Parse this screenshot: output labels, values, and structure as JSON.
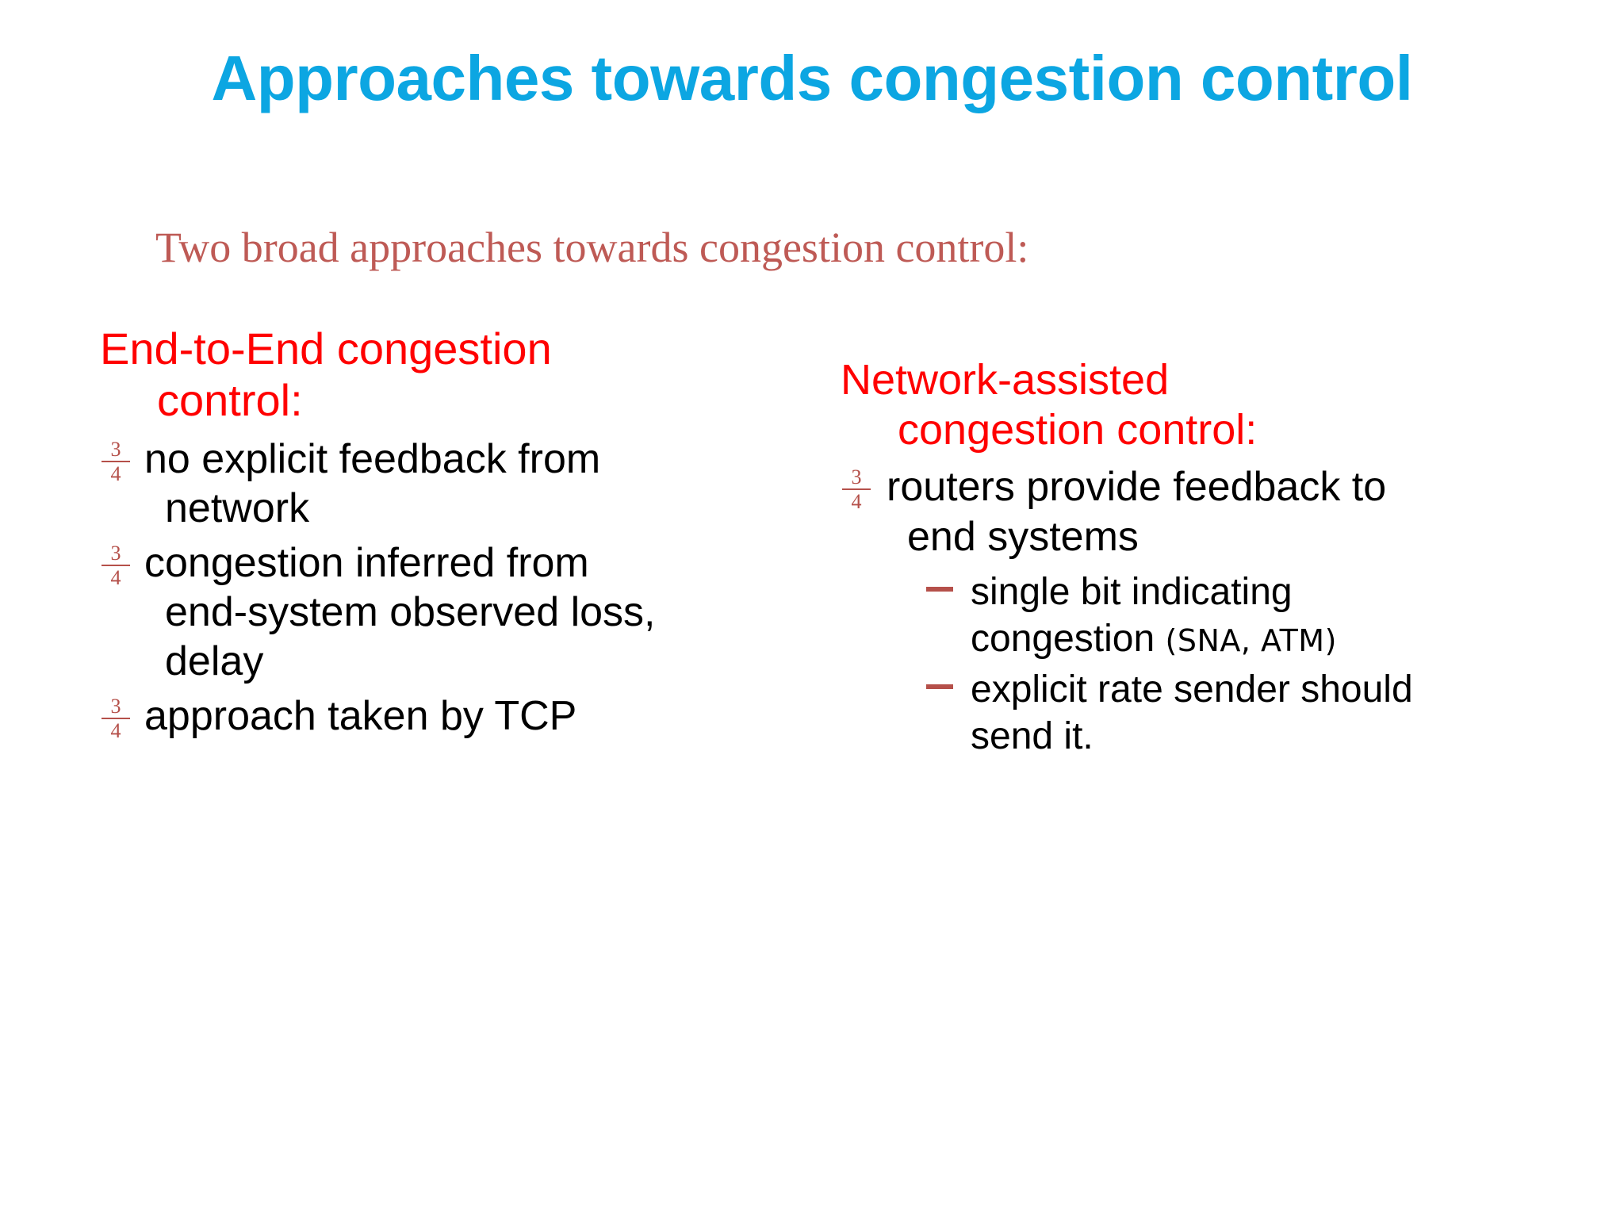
{
  "slide": {
    "title": "Approaches towards congestion control",
    "subtitle": "Two broad approaches towards congestion control:",
    "colors": {
      "title": "#0CA6E2",
      "subtitle": "#BE5A55",
      "heading": "#FF0000",
      "bullet_marker": "#B5504A",
      "body_text": "#000000",
      "background": "#FFFFFF"
    },
    "columns": [
      {
        "id": "left",
        "heading_line1": "End-to-End congestion",
        "heading_line2": "control:",
        "bullets": [
          {
            "marker": "three-quarters-fraction-bullet",
            "line1": "no explicit feedback from",
            "line2": "network"
          },
          {
            "marker": "three-quarters-fraction-bullet",
            "line1": "congestion inferred from",
            "line2": "end-system observed loss,",
            "line3": "delay"
          },
          {
            "marker": "three-quarters-fraction-bullet",
            "line1": "approach taken by TCP"
          }
        ]
      },
      {
        "id": "right",
        "heading_line1": "Network-assisted",
        "heading_line2": "congestion control:",
        "bullets": [
          {
            "marker": "three-quarters-fraction-bullet",
            "line1": "routers provide feedback to",
            "line2": "end systems"
          }
        ],
        "subbullets": [
          {
            "marker": "en-dash-bullet",
            "line1": "single bit indicating",
            "line2": "congestion ",
            "line2_note": "(SNA,  ATM)"
          },
          {
            "marker": "en-dash-bullet",
            "line1": "explicit rate sender should",
            "line2": "send it."
          }
        ]
      }
    ],
    "marker_glyphs": {
      "fraction_numerator": "3",
      "fraction_denominator": "4"
    }
  }
}
